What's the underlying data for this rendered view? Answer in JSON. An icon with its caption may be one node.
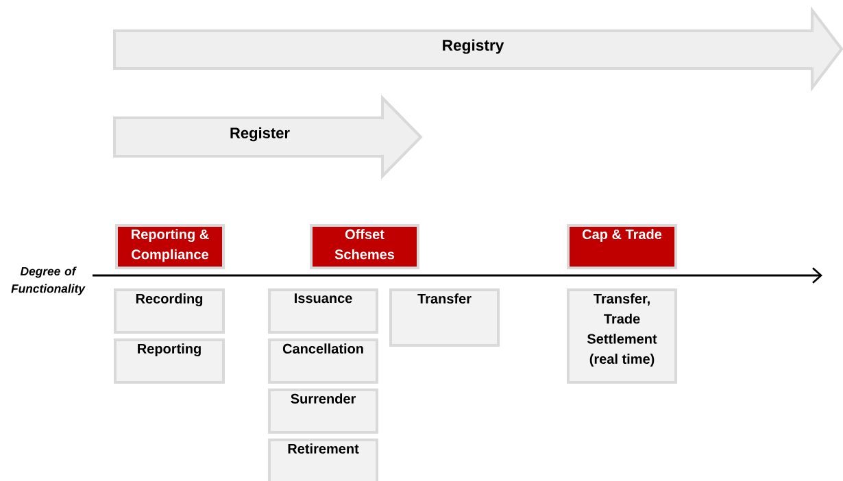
{
  "diagram": {
    "nodes": [
      {
        "text": [
          "Registry"
        ]
      },
      {
        "text": [
          "Register"
        ]
      },
      {
        "text": [
          "Reporting & Compliance"
        ]
      },
      {
        "text": [
          "Offset Schemes"
        ]
      },
      {
        "text": [
          "Cap & Trade"
        ]
      },
      {
        "text": [
          "Recording"
        ]
      },
      {
        "text": [
          "Reporting"
        ]
      },
      {
        "text": [
          "Issuance"
        ]
      },
      {
        "text": [
          "Cancellation"
        ]
      },
      {
        "text": [
          "Surrender"
        ]
      },
      {
        "text": [
          "Retirement"
        ]
      },
      {
        "text": [
          "Transfer"
        ]
      },
      {
        "text": [
          "Transfer, Trade Settlement (real time)"
        ]
      }
    ],
    "labels": [
      "Degree of Functionality"
    ]
  }
}
